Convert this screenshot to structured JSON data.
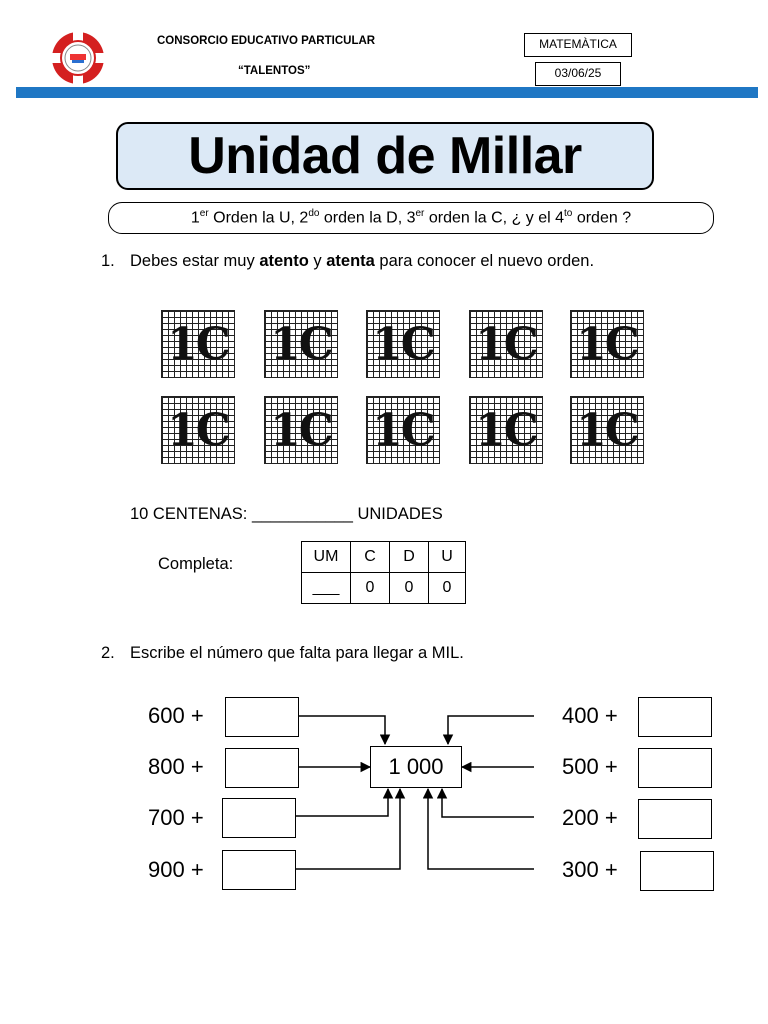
{
  "header": {
    "school_line1": "CONSORCIO EDUCATIVO PARTICULAR",
    "school_line2": "“TALENTOS”",
    "subject": "MATEMÀTICA",
    "date": "03/06/25",
    "brand_color": "#1f77c4"
  },
  "title": "Unidad de Millar",
  "orders": {
    "part1": "1",
    "sup1": "er",
    "part2": " Orden la U,  2",
    "sup2": "do",
    "part3": " orden la D,  3",
    "sup3": "er",
    "part4": " orden la  C,  ¿  y   el  4",
    "sup4": "to",
    "part5": "  orden ?"
  },
  "q1": {
    "number": "1.",
    "text_a": "Debes estar muy ",
    "bold1": "atento",
    "text_b": " y ",
    "bold2": "atenta",
    "text_c": " para conocer el nuevo orden.",
    "card_label": "1C",
    "card_count": 10,
    "centenas_line": "10 CENTENAS: ___________ UNIDADES",
    "completa_label": "Completa:",
    "table_headers": [
      "UM",
      "C",
      "D",
      "U"
    ],
    "table_values": [
      "___",
      "0",
      "0",
      "0"
    ]
  },
  "q2": {
    "number": "2.",
    "text": "Escribe el número que falta para llegar a MIL.",
    "center_value": "1  000",
    "left_addends": [
      "600 +",
      "800 +",
      "700 +",
      "900 +"
    ],
    "right_addends": [
      "400 +",
      "500 +",
      "200 +",
      "300 +"
    ]
  }
}
